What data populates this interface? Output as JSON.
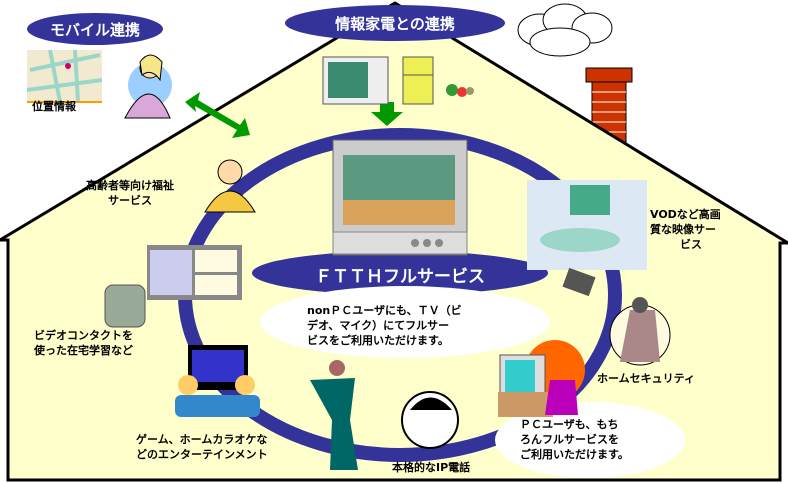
{
  "title_mobile": "モバイル連携",
  "title_appliance": "情報家電との連携",
  "title_ftth": "ＦＴＴＨフルサービス",
  "location_label": "位置情報",
  "welfare": [
    "高齢者等向け福祉",
    "サービス"
  ],
  "vod": [
    "VODなど高画",
    "質な映像サー",
    "ビス"
  ],
  "video_study": [
    "ビデオコンタクトを",
    "使った在宅学習など"
  ],
  "security": "ホームセキュリティ",
  "entertainment": [
    "ゲーム、ホームカラオケな",
    "どのエンターテインメント"
  ],
  "ip_phone": "本格的なIP電話",
  "nonpc_note": [
    "nonＰＣユーザにも、ＴＶ（ビ",
    "デオ、マイク）にてフルサー",
    "ビスをご利用いただけます。"
  ],
  "pc_note": [
    "ＰＣユーザも、もち",
    "ろんフルサービスを",
    "ご利用いただけます。"
  ],
  "colors": {
    "navy": "#333399",
    "house": "#FFFFCC",
    "arrow": "#009900",
    "brick": "#CC3300"
  }
}
